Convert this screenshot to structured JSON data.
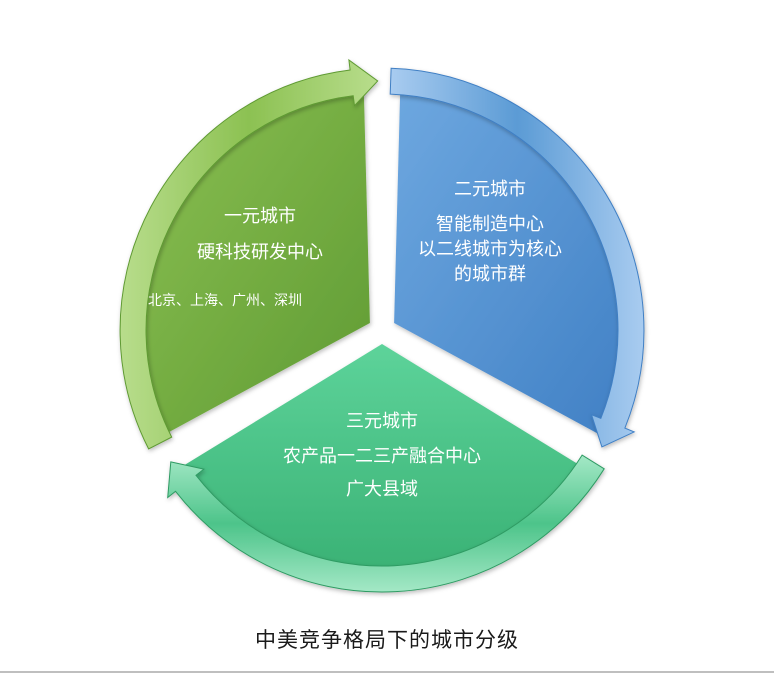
{
  "segments": {
    "tier1": {
      "title": "一元城市",
      "subtitle": "硬科技研发中心",
      "cities": "北京、上海、广州、深圳",
      "color": "#76AC44"
    },
    "tier2": {
      "title": "二元城市",
      "line1": "智能制造中心",
      "line2": "以二线城市为核心",
      "line3": "的城市群",
      "color": "#5B9BD5"
    },
    "tier3": {
      "title": "三元城市",
      "line1": "农产品一二三产融合中心",
      "line2": "广大县域",
      "color": "#4DC48A"
    }
  },
  "caption": "中美竞争格局下的城市分级"
}
